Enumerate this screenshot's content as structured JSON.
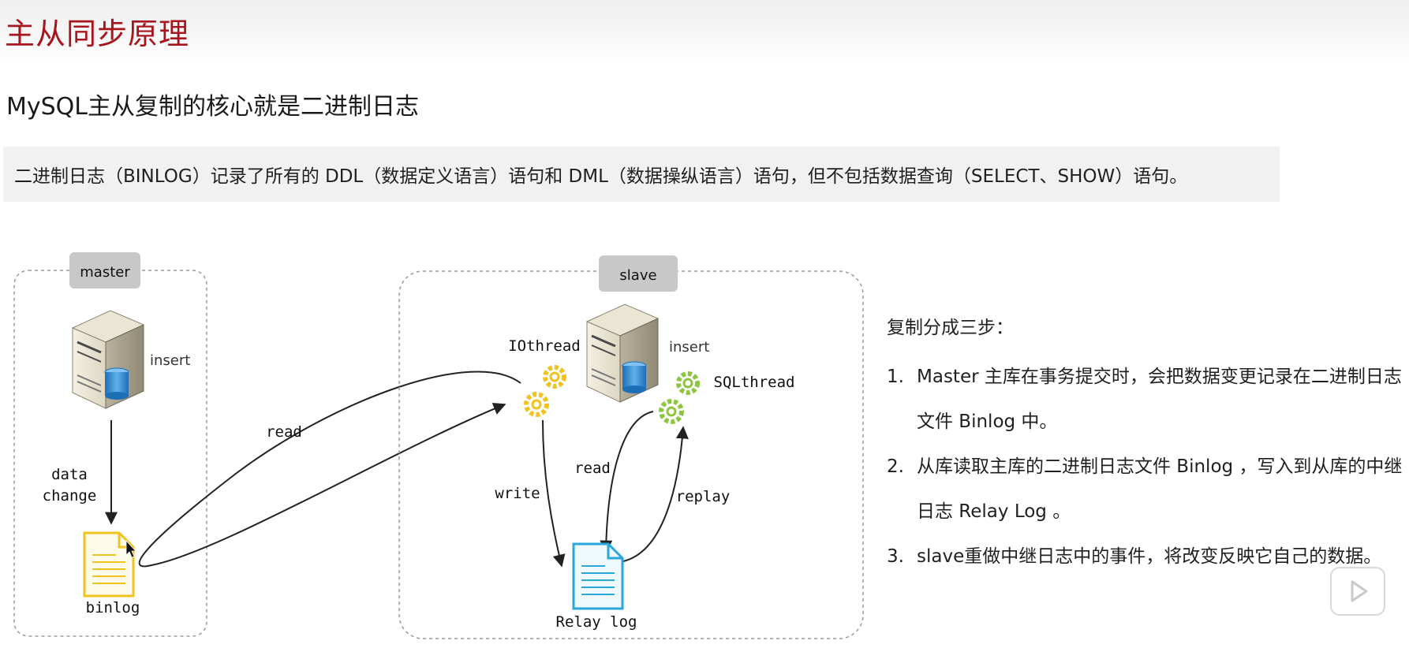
{
  "header": {
    "title": "主从同步原理"
  },
  "subtitle": "MySQL主从复制的核心就是二进制日志",
  "note": "二进制日志（BINLOG）记录了所有的 DDL（数据定义语言）语句和 DML（数据操纵语言）语句，但不包括数据查询（SELECT、SHOW）语句。",
  "diagram": {
    "master": {
      "label": "master",
      "insert": "insert",
      "data_change_line1": "data",
      "data_change_line2": "change",
      "binlog": "binlog"
    },
    "slave": {
      "label": "slave",
      "insert": "insert",
      "io_thread": "IOthread",
      "sql_thread": "SQLthread",
      "relay_log": "Relay log"
    },
    "edges": {
      "read_master": "read",
      "write": "write",
      "read_slave": "read",
      "replay": "replay"
    },
    "colors": {
      "binlog": "#f0c31e",
      "relay_log": "#27a7da",
      "io_gear": "#f0c31e",
      "sql_gear": "#8cc63f",
      "label_box": "#c8c8c8"
    }
  },
  "steps": {
    "heading": "复制分成三步：",
    "items": [
      {
        "num": "1.",
        "text": "Master 主库在事务提交时，会把数据变更记录在二进制日志文件 Binlog 中。"
      },
      {
        "num": "2.",
        "text": "从库读取主库的二进制日志文件 Binlog ，写入到从库的中继日志 Relay Log 。"
      },
      {
        "num": "3.",
        "text": "slave重做中继日志中的事件，将改变反映它自己的数据。"
      }
    ]
  },
  "player": {
    "icon": "play-icon"
  }
}
